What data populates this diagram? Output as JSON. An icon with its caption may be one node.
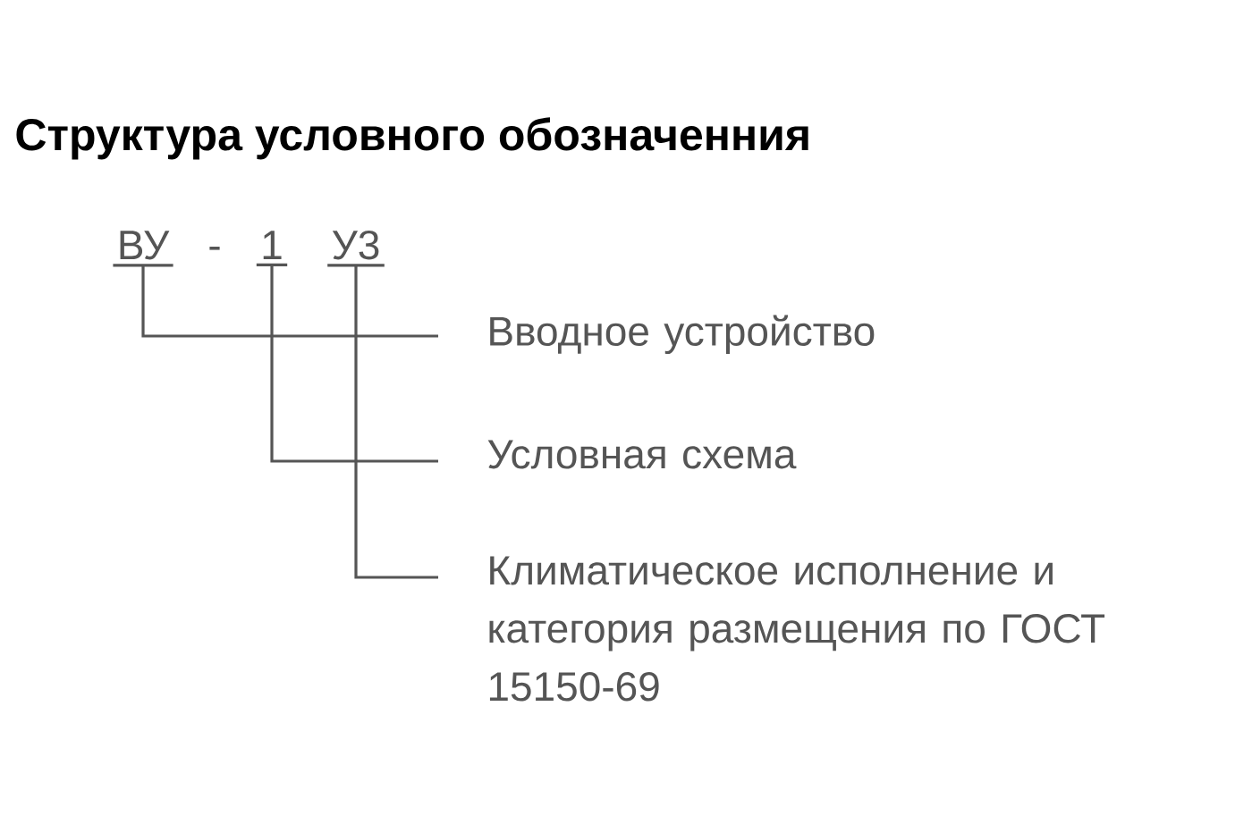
{
  "diagram": {
    "title": "Структура условного обозначенния",
    "nodes": [
      {
        "text": [
          "ВУ"
        ]
      },
      {
        "text": [
          "1"
        ]
      },
      {
        "text": [
          "У3"
        ]
      },
      {
        "text": [
          "Вводное устройство"
        ]
      },
      {
        "text": [
          "Условная схема"
        ]
      },
      {
        "text": [
          "Климатическое исполнение и категория размещения по ГОСТ 15150-69"
        ]
      }
    ],
    "edges": [
      {
        "from": 0,
        "to": 3,
        "arrow": "none"
      },
      {
        "from": 1,
        "to": 4,
        "arrow": "none"
      },
      {
        "from": 2,
        "to": 5,
        "arrow": "none"
      }
    ],
    "labels": [
      "-"
    ]
  }
}
